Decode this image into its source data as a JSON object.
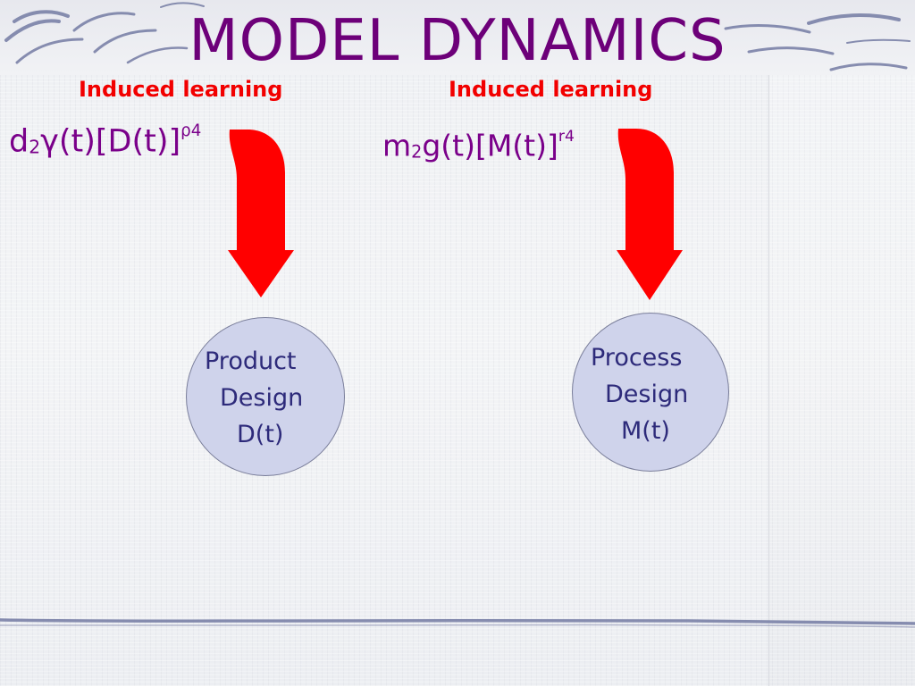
{
  "slide": {
    "title": "MODEL DYNAMICS",
    "labels": {
      "left": "Induced learning",
      "right": "Induced learning"
    },
    "formulas": {
      "left": {
        "base": "d",
        "subscript": "2",
        "rest": "γ(t)[D(t)]",
        "sup1": "ρ",
        "sup2": "4"
      },
      "right": {
        "base": "m",
        "subscript": "2",
        "rest": "g(t)[M(t)]",
        "sup1": "r",
        "sup2": "4"
      }
    },
    "nodes": {
      "left": {
        "line1": "Product",
        "line2": "Design",
        "line3": "D(t)"
      },
      "right": {
        "line1": "Process",
        "line2": "Design",
        "line3": "M(t)"
      }
    }
  },
  "colors": {
    "title": "#6d0079",
    "label": "#f20000",
    "formula": "#7a008a",
    "arrow": "#ff0000",
    "node_fill": "#cfd3eb",
    "node_stroke": "#7a7e9a",
    "node_text": "#2d2a7a",
    "stroke": "#7b82a8"
  },
  "icons": {
    "arrow": "curved-down-arrow-icon"
  }
}
